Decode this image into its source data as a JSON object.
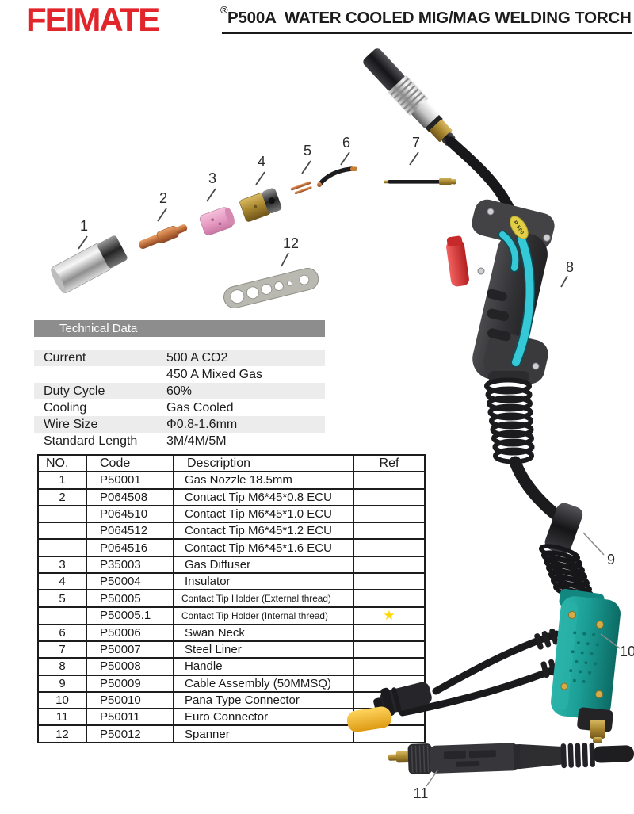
{
  "header": {
    "brand": "FEIMATE",
    "registered": "®",
    "title": "P500A  WATER COOLED MIG/MAG WELDING TORCH"
  },
  "diagram": {
    "torch_badge": "P 500",
    "labels": [
      {
        "text": "1"
      },
      {
        "text": "2"
      },
      {
        "text": "3"
      },
      {
        "text": "4"
      },
      {
        "text": "5"
      },
      {
        "text": "6"
      },
      {
        "text": "7"
      },
      {
        "text": "8"
      },
      {
        "text": "9"
      },
      {
        "text": "10"
      },
      {
        "text": "11"
      },
      {
        "text": "12"
      }
    ]
  },
  "technical": {
    "heading": "Technical Data",
    "rows": [
      {
        "label": "Current",
        "value": "500 A CO2"
      },
      {
        "label": "",
        "value": "450 A Mixed Gas"
      },
      {
        "label": "Duty Cycle",
        "value": "60%"
      },
      {
        "label": "Cooling",
        "value": "Gas Cooled"
      },
      {
        "label": "Wire Size",
        "value": "Φ0.8-1.6mm"
      },
      {
        "label": "Standard Length",
        "value": "3M/4M/5M"
      }
    ]
  },
  "parts_table": {
    "headers": [
      "NO.",
      "Code",
      "Description",
      "Ref"
    ],
    "rows": [
      {
        "no": "1",
        "code": "P50001",
        "description": "Gas Nozzle 18.5mm",
        "ref": ""
      },
      {
        "no": "2",
        "code": "P064508",
        "description": "Contact Tip M6*45*0.8 ECU",
        "ref": ""
      },
      {
        "no": "",
        "code": "P064510",
        "description": "Contact Tip M6*45*1.0 ECU",
        "ref": ""
      },
      {
        "no": "",
        "code": "P064512",
        "description": "Contact Tip M6*45*1.2 ECU",
        "ref": ""
      },
      {
        "no": "",
        "code": "P064516",
        "description": "Contact Tip M6*45*1.6 ECU",
        "ref": ""
      },
      {
        "no": "3",
        "code": "P35003",
        "description": "Gas Diffuser",
        "ref": ""
      },
      {
        "no": "4",
        "code": "P50004",
        "description": "Insulator",
        "ref": ""
      },
      {
        "no": "5",
        "code": "P50005",
        "description": "Contact Tip Holder (External thread)",
        "ref": "",
        "desc_class": "small"
      },
      {
        "no": "",
        "code": "P50005.1",
        "description": "Contact Tip Holder (Internal thread)",
        "ref": "★",
        "desc_class": "small"
      },
      {
        "no": "6",
        "code": "P50006",
        "description": "Swan Neck",
        "ref": ""
      },
      {
        "no": "7",
        "code": "P50007",
        "description": "Steel Liner",
        "ref": ""
      },
      {
        "no": "8",
        "code": "P50008",
        "description": "Handle",
        "ref": ""
      },
      {
        "no": "9",
        "code": "P50009",
        "description": "Cable Assembly (50MMSQ)",
        "ref": ""
      },
      {
        "no": "10",
        "code": "P50010",
        "description": "Pana Type Connector",
        "ref": ""
      },
      {
        "no": "11",
        "code": "P50011",
        "description": "Euro Connector",
        "ref": ""
      },
      {
        "no": "12",
        "code": "P50012",
        "description": "Spanner",
        "ref": ""
      }
    ]
  },
  "colors": {
    "brand_red": "#e2242b",
    "heading_bar_gray": "#8d8d8d",
    "row_shade_gray": "#ececec",
    "table_border": "#1c1c1c",
    "star_yellow": "#ffd800",
    "torch_cyan": "#35c9d8",
    "trigger_red": "#d93030",
    "connector_teal": "#1b9e96",
    "badge_yellow": "#e3cf45",
    "cap_yellow": "#f2b32b"
  }
}
